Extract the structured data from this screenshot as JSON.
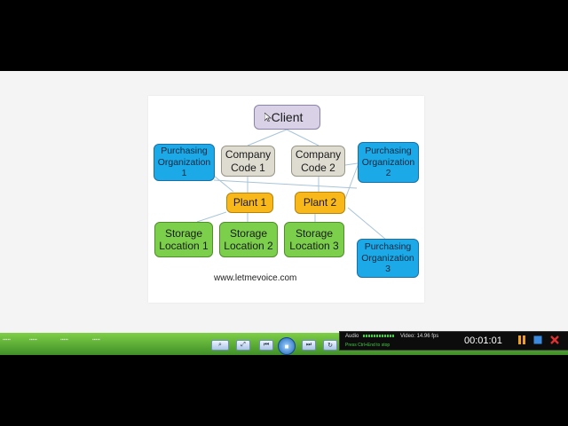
{
  "diagram": {
    "client": "Client",
    "company_codes": [
      "Company\nCode 1",
      "Company\nCode 2"
    ],
    "purchasing_orgs": [
      "Purchasing\nOrganization\n1",
      "Purchasing\nOrganization\n2",
      "Purchasing\nOrganization\n3"
    ],
    "plants": [
      "Plant 1",
      "Plant 2"
    ],
    "storage_locations": [
      "Storage\nLocation 1",
      "Storage\nLocation 2",
      "Storage\nLocation 3"
    ],
    "website": "www.letmevoice.com"
  },
  "recorder": {
    "audio_label": "Audio",
    "video_label": "Video: 14.96 fps",
    "stop_hint": "Press Ctrl+End to stop",
    "elapsed": "00:01:01"
  },
  "colors": {
    "client": "#d9d2e6",
    "company": "#dedbd0",
    "purchasing": "#1ca9e8",
    "plant": "#f9b81a",
    "storage": "#7bcf4b",
    "taskbar": "#5aaa34"
  }
}
